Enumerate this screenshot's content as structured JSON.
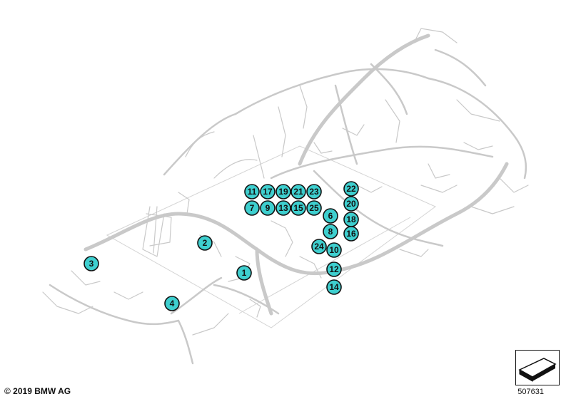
{
  "copyright": "© 2019 BMW AG",
  "diagram_number": "507631",
  "callout_color": "#3ecfcf",
  "wire_color": "#c9c9c9",
  "callouts": [
    "1",
    "2",
    "3",
    "4",
    "6",
    "7",
    "8",
    "9",
    "10",
    "11",
    "12",
    "13",
    "14",
    "15",
    "16",
    "17",
    "18",
    "19",
    "20",
    "21",
    "22",
    "23",
    "24",
    "25"
  ]
}
